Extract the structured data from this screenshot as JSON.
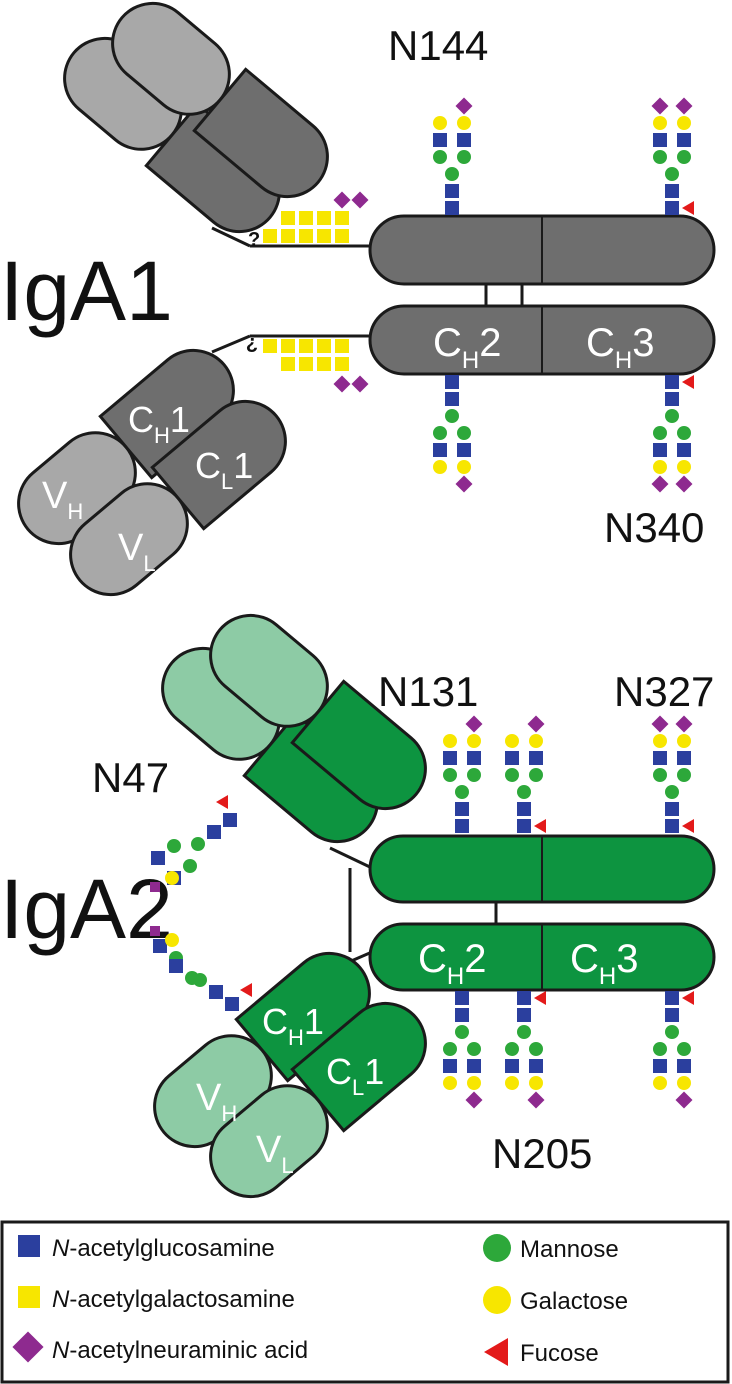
{
  "colors": {
    "glcnac": "#2b3f9e",
    "galnac": "#f7e600",
    "neu5ac": "#8e2a8f",
    "mannose": "#2da83a",
    "galactose": "#f7e600",
    "fucose": "#e31a1a",
    "iga1_dark": "#6e6e6e",
    "iga1_light": "#a8a8a8",
    "iga2_dark": "#0d9440",
    "iga2_light": "#8dcba5",
    "outline": "#1a1a1a"
  },
  "iga1": {
    "name": "IgA1",
    "sites": {
      "top": "N144",
      "bottom": "N340"
    },
    "domains": {
      "ch2": {
        "main": "C",
        "sub": "H",
        "suffix": "2"
      },
      "ch3": {
        "main": "C",
        "sub": "H",
        "suffix": "3"
      },
      "ch1": {
        "main": "C",
        "sub": "H",
        "suffix": "1"
      },
      "cl1": {
        "main": "C",
        "sub": "L",
        "suffix": "1"
      },
      "vh": {
        "main": "V",
        "sub": "H"
      },
      "vl": {
        "main": "V",
        "sub": "L"
      }
    },
    "unknown_marks": [
      "?",
      "?"
    ]
  },
  "iga2": {
    "name": "IgA2",
    "sites": {
      "n131": "N131",
      "n327": "N327",
      "n47": "N47",
      "n205": "N205"
    },
    "domains": {
      "ch2": {
        "main": "C",
        "sub": "H",
        "suffix": "2"
      },
      "ch3": {
        "main": "C",
        "sub": "H",
        "suffix": "3"
      },
      "ch1": {
        "main": "C",
        "sub": "H",
        "suffix": "1"
      },
      "cl1": {
        "main": "C",
        "sub": "L",
        "suffix": "1"
      },
      "vh": {
        "main": "V",
        "sub": "H"
      },
      "vl": {
        "main": "V",
        "sub": "L"
      }
    }
  },
  "legend": {
    "items": [
      {
        "key": "glcnac",
        "italic": "N",
        "text": "-acetylglucosamine",
        "shape": "square"
      },
      {
        "key": "galnac",
        "italic": "N",
        "text": "-acetylgalactosamine",
        "shape": "square"
      },
      {
        "key": "neu5ac",
        "italic": "N",
        "text": "-acetylneuraminic acid",
        "shape": "diamond"
      },
      {
        "key": "mannose",
        "italic": "",
        "text": "Mannose",
        "shape": "circle"
      },
      {
        "key": "galactose",
        "italic": "",
        "text": "Galactose",
        "shape": "circle"
      },
      {
        "key": "fucose",
        "italic": "",
        "text": "Fucose",
        "shape": "triangle"
      }
    ]
  }
}
